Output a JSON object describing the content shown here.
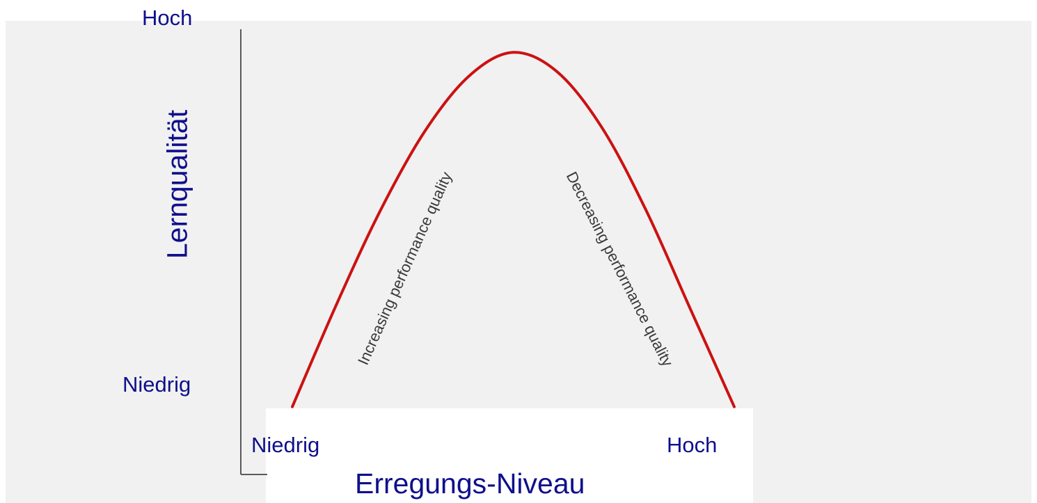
{
  "chart_data": {
    "type": "line",
    "title": "",
    "xlabel": "Erregungs-Niveau",
    "ylabel": "Lernqualität",
    "x_ticks": [
      "Niedrig",
      "Hoch"
    ],
    "y_ticks": [
      "Niedrig",
      "Hoch"
    ],
    "xlim": [
      0,
      1
    ],
    "ylim": [
      0,
      1
    ],
    "series": [
      {
        "x": [
          0.0,
          0.1,
          0.2,
          0.3,
          0.4,
          0.5,
          0.6,
          0.7,
          0.8,
          0.9,
          1.0
        ],
        "y": [
          0.02,
          0.28,
          0.52,
          0.72,
          0.86,
          0.92,
          0.87,
          0.73,
          0.52,
          0.27,
          0.02
        ],
        "color": "#cc1111"
      }
    ],
    "annotations": [
      {
        "text": "Increasing performance quality"
      },
      {
        "text": "Decreasing performance quality"
      }
    ],
    "grid": false,
    "legend": "none"
  }
}
